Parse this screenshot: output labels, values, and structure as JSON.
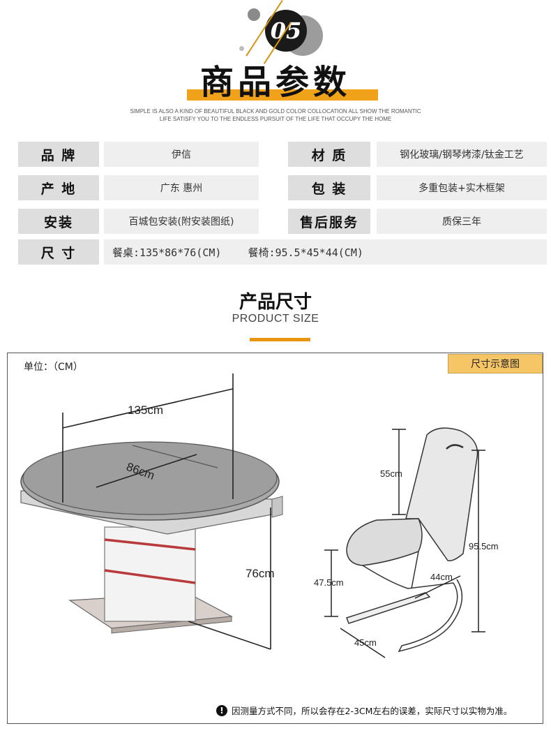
{
  "header": {
    "number": "05",
    "title": "商品参数",
    "slogan_line1": "SIMPLE IS ALSO A KIND OF BEAUTIFUL BLACK AND GOLD COLOR COLLOCATION ALL SHOW THE ROMANTIC",
    "slogan_line2": "LIFE SATISFY YOU TO THE ENDLESS PURSUIT OF THE LIFE THAT OCCUPY THE HOME"
  },
  "params": {
    "brand_label": "品 牌",
    "brand_value": "伊信",
    "material_label": "材 质",
    "material_value": "钢化玻璃/钢琴烤漆/钛金工艺",
    "origin_label": "产 地",
    "origin_value": "广东 惠州",
    "packing_label": "包 装",
    "packing_value": "多重包装+实木框架",
    "install_label": "安装",
    "install_value": "百城包安装(附安装图纸)",
    "service_label": "售后服务",
    "service_value": "质保三年",
    "size_label": "尺 寸",
    "size_table": "餐桌:135*86*76(CM)",
    "size_chair": "餐椅:95.5*45*44(CM)"
  },
  "size_section": {
    "title": "产品尺寸",
    "subtitle": "PRODUCT SIZE",
    "unit": "单位：（CM）",
    "tag": "尺寸示意图",
    "table_dims": {
      "length": "135cm",
      "width": "86cm",
      "height": "76cm"
    },
    "chair_dims": {
      "back": "55cm",
      "total": "95.5cm",
      "seat_height": "47.5cm",
      "depth": "44cm",
      "width": "45cm"
    },
    "note": "因测量方式不同，所以会存在2-3CM左右的误差，实际尺寸以实物为准。"
  },
  "colors": {
    "accent": "#f0a21a",
    "tag_bg": "#f6c566",
    "label_bg": "#dedede",
    "value_bg": "#efefef"
  }
}
